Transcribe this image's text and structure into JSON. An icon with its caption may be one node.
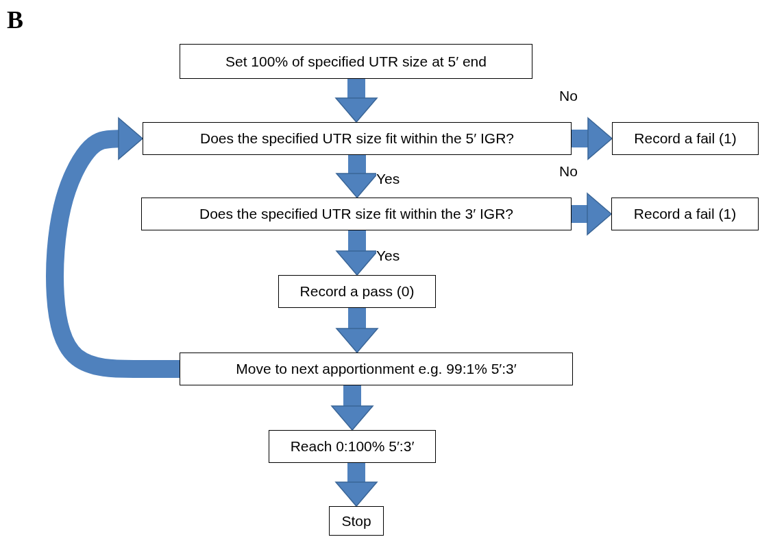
{
  "diagram": {
    "nodes": [
      {
        "text": [
          "Set 100% of specified UTR size at 5′ end"
        ]
      },
      {
        "text": [
          "Does the specified UTR size fit within the 5′ IGR?"
        ]
      },
      {
        "text": [
          "Record a fail (1)"
        ]
      },
      {
        "text": [
          "Does the specified UTR size fit within the 3′ IGR?"
        ]
      },
      {
        "text": [
          "Record a fail (1)"
        ]
      },
      {
        "text": [
          "Record a pass (0)"
        ]
      },
      {
        "text": [
          "Move to next apportionment e.g. 99:1% 5′:3′"
        ]
      },
      {
        "text": [
          "Reach 0:100% 5′:3′"
        ]
      },
      {
        "text": [
          "Stop"
        ]
      }
    ],
    "edges": [
      {
        "from": 0,
        "to": 1,
        "arrow": "to"
      },
      {
        "from": 1,
        "to": 2,
        "arrow": "to",
        "label": "No"
      },
      {
        "from": 1,
        "to": 3,
        "arrow": "to",
        "label": "Yes"
      },
      {
        "from": 3,
        "to": 4,
        "arrow": "to",
        "label": "No"
      },
      {
        "from": 3,
        "to": 5,
        "arrow": "to",
        "label": "Yes"
      },
      {
        "from": 5,
        "to": 6,
        "arrow": "to"
      },
      {
        "from": 6,
        "to": 1,
        "arrow": "to"
      },
      {
        "from": 6,
        "to": 7,
        "arrow": "to"
      },
      {
        "from": 7,
        "to": 8,
        "arrow": "to"
      }
    ],
    "labels": [
      "B"
    ]
  }
}
